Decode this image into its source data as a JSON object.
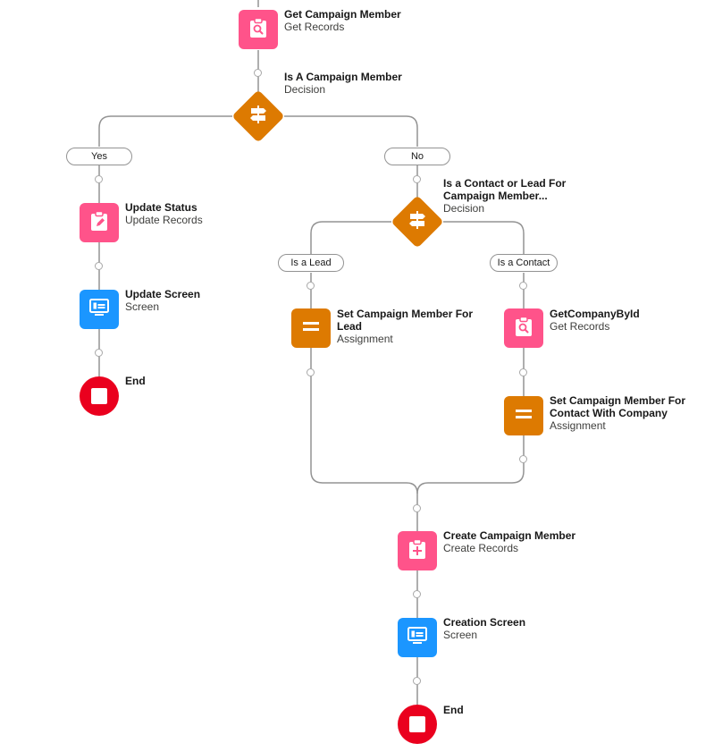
{
  "colors": {
    "get_records": "#ff538a",
    "update_records": "#ff538a",
    "create_records": "#ff538a",
    "decision": "#dd7a01",
    "assignment": "#dd7a01",
    "screen": "#1b96ff",
    "end": "#ea001e",
    "connector": "#939393"
  },
  "nodes": {
    "get_campaign_member": {
      "title": "Get Campaign Member",
      "type": "Get Records",
      "icon": "get-records-icon"
    },
    "is_campaign_member": {
      "title": "Is A Campaign Member",
      "type": "Decision",
      "icon": "decision-icon"
    },
    "update_status": {
      "title": "Update Status",
      "type": "Update Records",
      "icon": "update-records-icon"
    },
    "update_screen": {
      "title": "Update Screen",
      "type": "Screen",
      "icon": "screen-icon"
    },
    "end_left": {
      "title": "End",
      "icon": "stop-icon"
    },
    "contact_or_lead": {
      "title_line1": "Is a Contact or Lead For",
      "title_line2": "Campaign Member...",
      "type": "Decision",
      "icon": "decision-icon"
    },
    "set_member_lead": {
      "title_line1": "Set Campaign Member For",
      "title_line2": "Lead",
      "type": "Assignment",
      "icon": "assignment-icon"
    },
    "get_company": {
      "title": "GetCompanyById",
      "type": "Get Records",
      "icon": "get-records-icon"
    },
    "set_member_contact": {
      "title_line1": "Set Campaign Member For",
      "title_line2": "Contact With Company",
      "type": "Assignment",
      "icon": "assignment-icon"
    },
    "create_member": {
      "title": "Create Campaign Member",
      "type": "Create Records",
      "icon": "create-records-icon"
    },
    "creation_screen": {
      "title": "Creation Screen",
      "type": "Screen",
      "icon": "screen-icon"
    },
    "end_bottom": {
      "title": "End",
      "icon": "stop-icon"
    }
  },
  "branches": {
    "yes": "Yes",
    "no": "No",
    "is_lead": "Is a Lead",
    "is_contact": "Is a Contact"
  }
}
